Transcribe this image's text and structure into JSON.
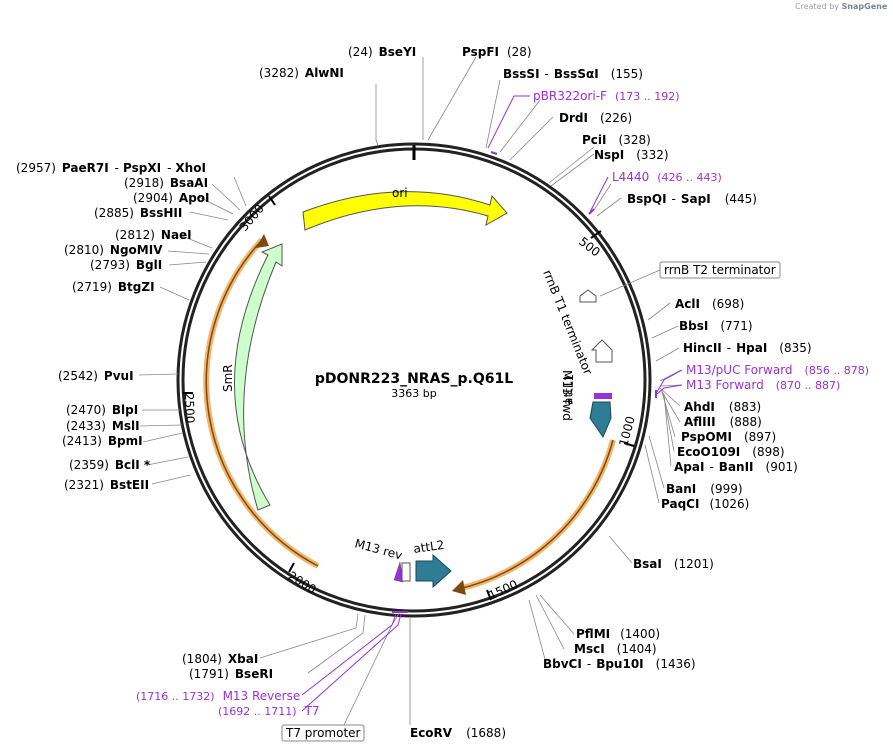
{
  "branding": {
    "created_by": "Created by",
    "logo": "SnapGene"
  },
  "plasmid": {
    "name": "pDONR223_NRAS_p.Q61L",
    "length_label": "3363 bp"
  },
  "ruler": [
    "500",
    "1000",
    "1500",
    "2000",
    "2500",
    "3000"
  ],
  "sites_right": [
    {
      "name": "BseYI",
      "pos": "(24)"
    },
    {
      "name": "PspFI",
      "pos": "(28)"
    },
    {
      "name": "BssSI",
      "sep": "-",
      "name2": "BssSαI",
      "pos": "(155)"
    },
    {
      "name": "DrdI",
      "pos": "(226)"
    },
    {
      "name": "PciI",
      "pos": "(328)"
    },
    {
      "name": "NspI",
      "pos": "(332)"
    },
    {
      "name": "BspQI",
      "sep": "-",
      "name2": "SapI",
      "pos": "(445)"
    },
    {
      "name": "AclI",
      "pos": "(698)"
    },
    {
      "name": "BbsI",
      "pos": "(771)"
    },
    {
      "name": "HincII",
      "sep": "-",
      "name2": "HpaI",
      "pos": "(835)"
    },
    {
      "name": "AhdI",
      "pos": "(883)"
    },
    {
      "name": "AflIII",
      "pos": "(888)"
    },
    {
      "name": "PspOMI",
      "pos": "(897)"
    },
    {
      "name": "EcoO109I",
      "pos": "(898)"
    },
    {
      "name": "ApaI",
      "sep": "-",
      "name2": "BanII",
      "pos": "(901)"
    },
    {
      "name": "BanI",
      "pos": "(999)"
    },
    {
      "name": "PaqCI",
      "pos": "(1026)"
    },
    {
      "name": "BsaI",
      "pos": "(1201)"
    },
    {
      "name": "PflMI",
      "pos": "(1400)"
    },
    {
      "name": "MscI",
      "pos": "(1404)"
    },
    {
      "name": "BbvCI",
      "sep": "-",
      "name2": "Bpu10I",
      "pos": "(1436)"
    },
    {
      "name": "EcoRV",
      "pos": "(1688)"
    }
  ],
  "sites_left": [
    {
      "name": "AlwNI",
      "pos": "(3282)"
    },
    {
      "name": "PaeR7I",
      "sep": "-",
      "name2": "PspXI",
      "sep2": "-",
      "name3": "XhoI",
      "pos": "(2957)"
    },
    {
      "name": "BsaAI",
      "pos": "(2918)"
    },
    {
      "name": "ApoI",
      "pos": "(2904)"
    },
    {
      "name": "BssHII",
      "pos": "(2885)"
    },
    {
      "name": "NaeI",
      "pos": "(2812)"
    },
    {
      "name": "NgoMIV",
      "pos": "(2810)"
    },
    {
      "name": "BglI",
      "pos": "(2793)"
    },
    {
      "name": "BtgZI",
      "pos": "(2719)"
    },
    {
      "name": "PvuI",
      "pos": "(2542)"
    },
    {
      "name": "BlpI",
      "pos": "(2470)"
    },
    {
      "name": "MslI",
      "pos": "(2433)"
    },
    {
      "name": "BpmI",
      "pos": "(2413)"
    },
    {
      "name": "BclI *",
      "pos": "(2359)"
    },
    {
      "name": "BstEII",
      "pos": "(2321)"
    },
    {
      "name": "XbaI",
      "pos": "(1804)"
    },
    {
      "name": "BseRI",
      "pos": "(1791)"
    }
  ],
  "primers": [
    {
      "name": "pBR322ori-F",
      "range": "(173 .. 192)"
    },
    {
      "name": "L4440",
      "range": "(426 .. 443)"
    },
    {
      "name": "M13/pUC Forward",
      "range": "(856 .. 878)"
    },
    {
      "name": "M13 Forward",
      "range": "(870 .. 887)"
    },
    {
      "name": "M13 Reverse",
      "range": "(1716 .. 1732)"
    },
    {
      "name": "T7",
      "range": "(1692 .. 1711)"
    }
  ],
  "boxed_features": [
    "rrnB T2 terminator",
    "T7 promoter"
  ],
  "features": {
    "ori": "ori",
    "smr": "SmR",
    "rrnb_t1": "rrnB T1 terminator",
    "m13_fwd": "M13 fwd",
    "attl1": "attL1",
    "m13_rev": "M13 rev",
    "attl2": "attL2"
  },
  "colors": {
    "ori": "#ffff00",
    "smr": "#ccffcc",
    "att": "#2e7d94",
    "primer": "#9b30d9",
    "orf": "#f2b56a"
  }
}
